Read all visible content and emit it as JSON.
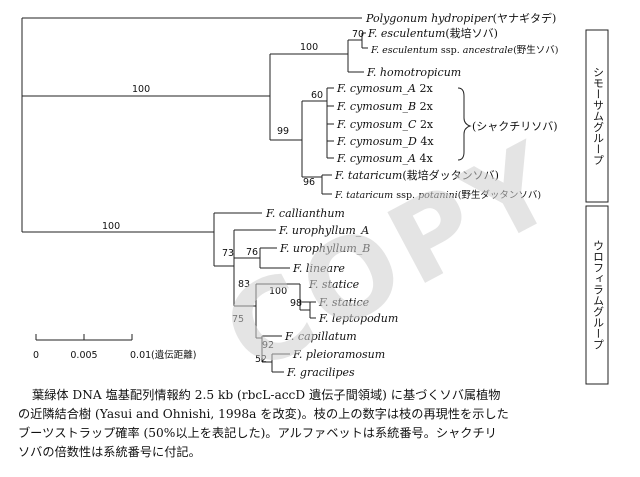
{
  "watermark": "COPY",
  "taxa": [
    {
      "id": "t1",
      "genus": "Polygonum",
      "species": "hydropiper",
      "suffix": "(ヤナギタデ)"
    },
    {
      "id": "t2",
      "genus": "F.",
      "species": "esculentum",
      "suffix": "(栽培ソバ)"
    },
    {
      "id": "t3",
      "genus": "F.",
      "species": "esculentum",
      "ssp": "ssp.",
      "ssp_name": "ancestrale",
      "suffix": "(野生ソバ)"
    },
    {
      "id": "t4",
      "genus": "F.",
      "species": "homotropicum",
      "suffix": ""
    },
    {
      "id": "t5",
      "genus": "F.",
      "species": "cymosum_A",
      "suffix": "2x"
    },
    {
      "id": "t6",
      "genus": "F.",
      "species": "cymosum_B",
      "suffix": "2x"
    },
    {
      "id": "t7",
      "genus": "F.",
      "species": "cymosum_C",
      "suffix": "2x"
    },
    {
      "id": "t8",
      "genus": "F.",
      "species": "cymosum_D",
      "suffix": "4x"
    },
    {
      "id": "t9",
      "genus": "F.",
      "species": "cymosum_A",
      "suffix": "4x"
    },
    {
      "id": "t10",
      "genus": "F.",
      "species": "tataricum",
      "suffix": "(栽培ダッタンソバ)"
    },
    {
      "id": "t11",
      "genus": "F.",
      "species": "tataricum",
      "ssp": "ssp.",
      "ssp_name": "potanini",
      "suffix": "(野生ダッタンソバ)"
    },
    {
      "id": "t12",
      "genus": "F.",
      "species": "callianthum",
      "suffix": ""
    },
    {
      "id": "t13",
      "genus": "F.",
      "species": "urophyllum_A",
      "suffix": ""
    },
    {
      "id": "t14",
      "genus": "F.",
      "species": "urophyllum_B",
      "suffix": ""
    },
    {
      "id": "t15",
      "genus": "F.",
      "species": "lineare",
      "suffix": ""
    },
    {
      "id": "t16",
      "genus": "F.",
      "species": "statice",
      "suffix": ""
    },
    {
      "id": "t17",
      "genus": "F.",
      "species": "statice",
      "suffix": ""
    },
    {
      "id": "t18",
      "genus": "F.",
      "species": "leptopodum",
      "suffix": ""
    },
    {
      "id": "t19",
      "genus": "F.",
      "species": "capillatum",
      "suffix": ""
    },
    {
      "id": "t20",
      "genus": "F.",
      "species": "pleioramosum",
      "suffix": ""
    },
    {
      "id": "t21",
      "genus": "F.",
      "species": "gracilipes",
      "suffix": ""
    }
  ],
  "bootstrap": [
    "100",
    "100",
    "70",
    "60",
    "99",
    "96",
    "73",
    "76",
    "83",
    "75",
    "100",
    "98",
    "92",
    "52"
  ],
  "cymosum_brace_label": "(シャクチリソバ)",
  "groups": {
    "cymosum": "シモーサムグループ",
    "urophyllum": "ウロフィラムグループ"
  },
  "scale": {
    "ticks": [
      "0",
      "0.005",
      "0.01"
    ],
    "unit": "(遺伝距離)"
  },
  "caption": {
    "line1": "葉緑体 DNA 塩基配列情報約 2.5 kb (rbcL-accD 遺伝子間領域) に基づくソバ属植物",
    "line2": "の近隣結合樹 (Yasui and Ohnishi, 1998a を改変)。枝の上の数字は枝の再現性を示した",
    "line3": "ブーツストラップ確率 (50%以上を表記した)。アルファベットは系統番号。シャクチリ",
    "line4": "ソバの倍数性は系統番号に付記。"
  }
}
